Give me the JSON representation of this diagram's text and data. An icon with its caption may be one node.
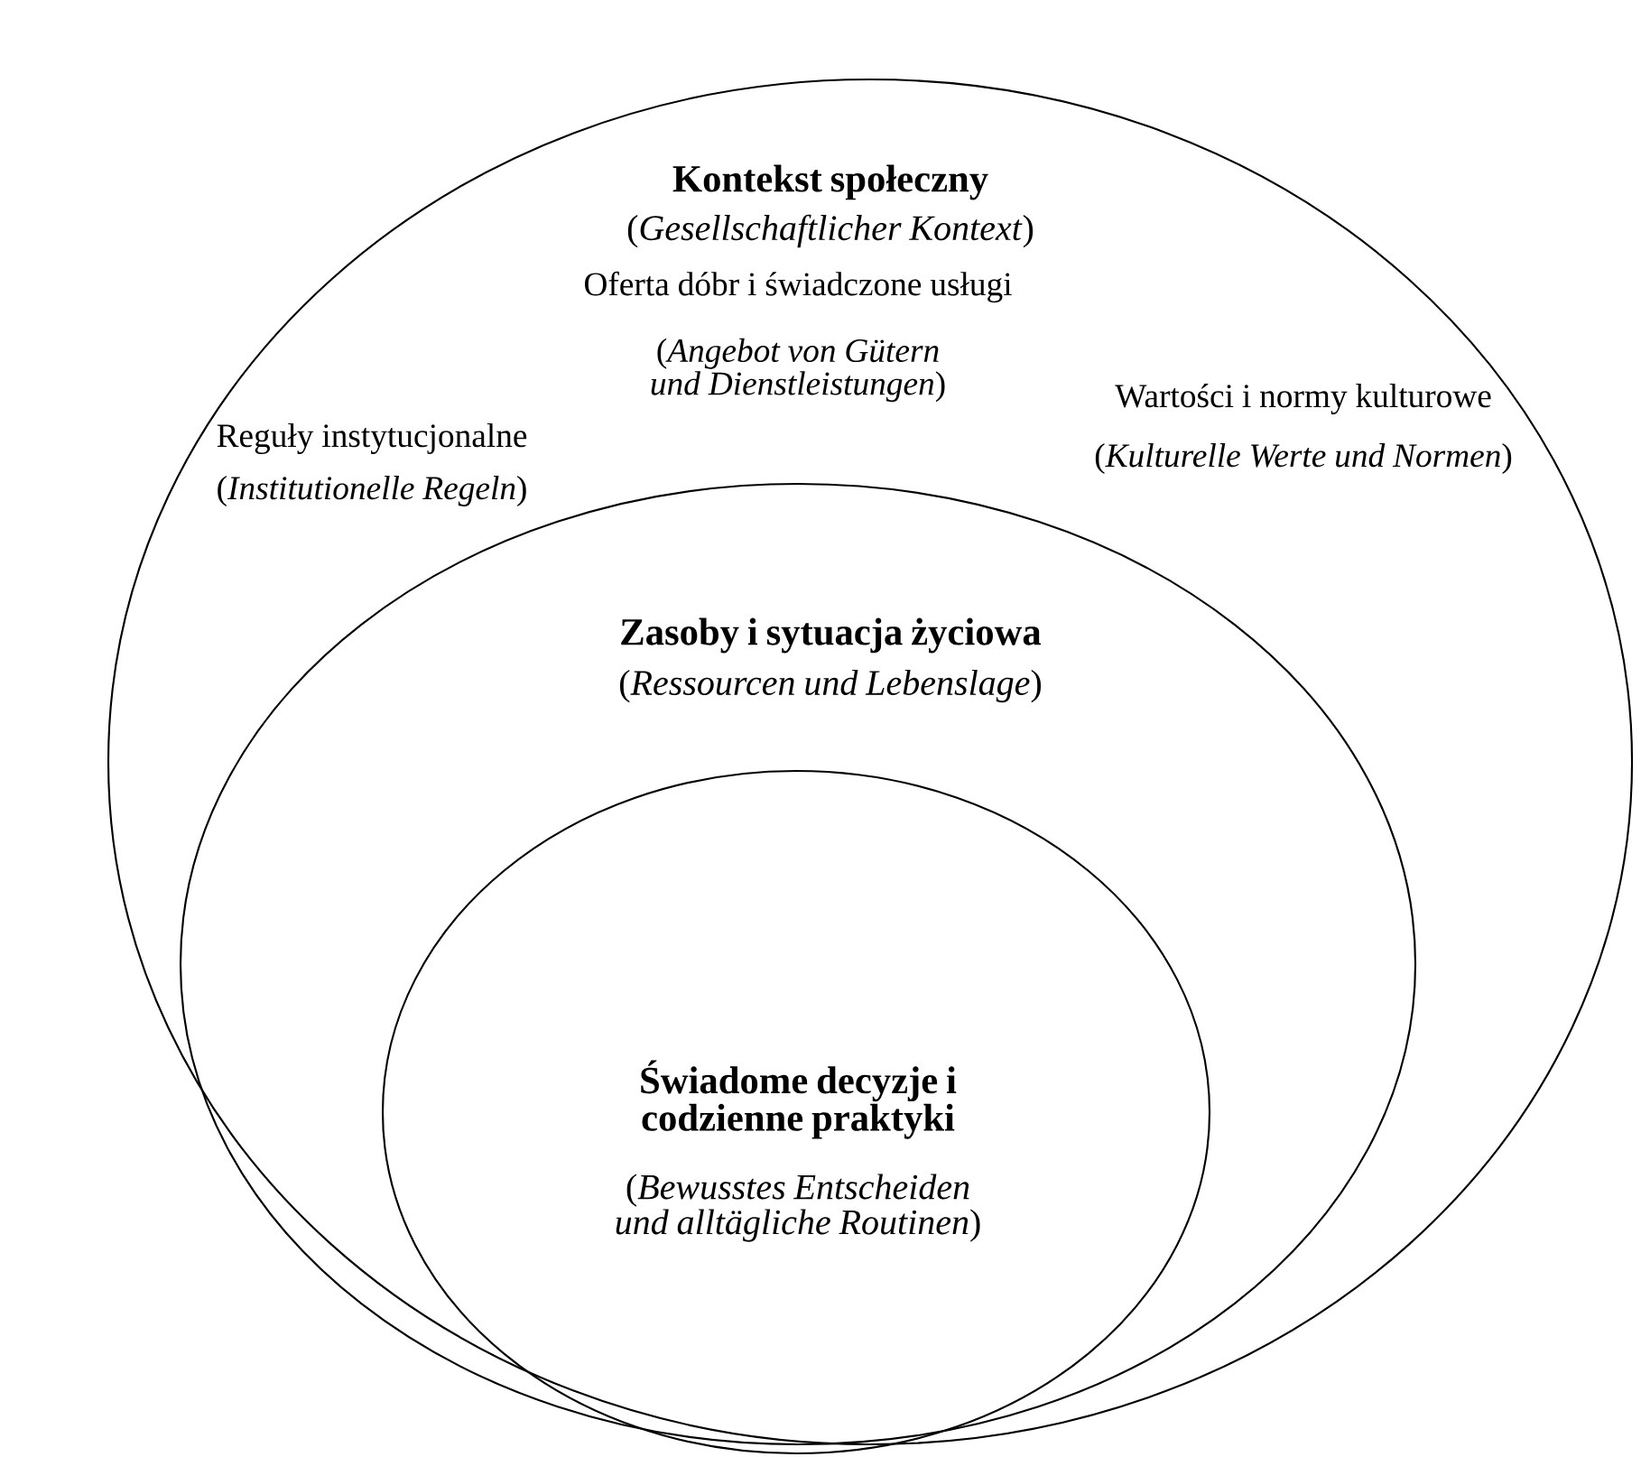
{
  "diagram": {
    "nodes": [
      {
        "text": [
          "Kontekst społeczny",
          "(*Gesellschaftlicher Kontext*)"
        ]
      },
      {
        "text": [
          "Zasoby i sytuacja życiowa",
          "(*Ressourcen und Lebenslage*)"
        ],
        "in": 0
      },
      {
        "text": [
          "Świadome decyzje i codzienne praktyki",
          "(*Bewusstes Entscheiden und alltägliche Routinen*)"
        ],
        "in": 1
      }
    ],
    "labels": [
      "Oferta dóbr i świadczone usługi",
      "(*Angebot von Gütern und Dienstleistungen*)",
      "Wartości i normy kulturowe",
      "(*Kulturelle Werte und Normen*)",
      "Reguły instytucjonalne",
      "(*Institutionelle Regeln*)"
    ]
  }
}
